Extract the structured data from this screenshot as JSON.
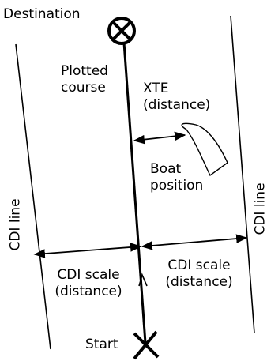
{
  "labels": {
    "destination": "Destination",
    "plotted_course": [
      "Plotted",
      "course"
    ],
    "xte": [
      "XTE",
      "(distance)"
    ],
    "boat_position": [
      "Boat",
      "position"
    ],
    "cdi_line_left": "CDI line",
    "cdi_line_right": "CDI line",
    "cdi_scale_left": [
      "CDI scale",
      "(distance)"
    ],
    "cdi_scale_right": [
      "CDI scale",
      "(distance)"
    ],
    "start": "Start"
  },
  "colors": {
    "line": "#000000",
    "background": "#ffffff"
  }
}
